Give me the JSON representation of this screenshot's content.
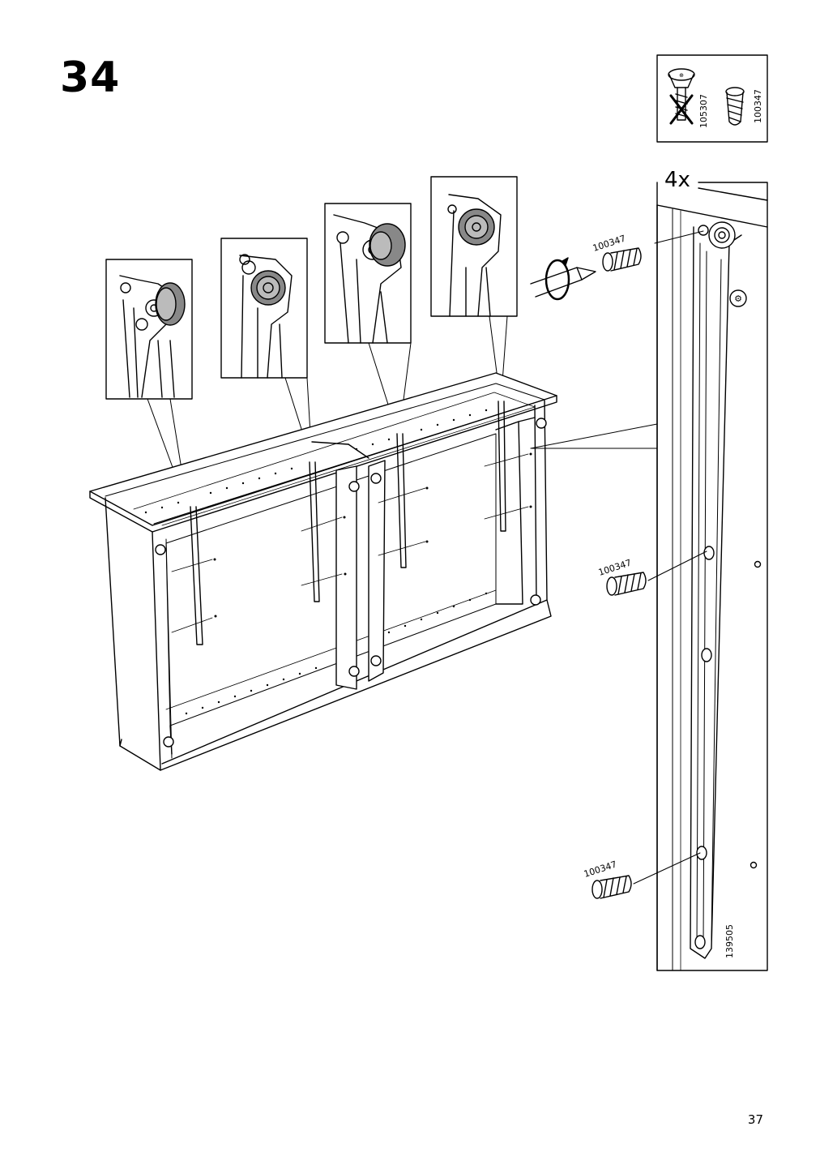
{
  "step": {
    "number": "34"
  },
  "page": {
    "number": "37"
  },
  "parts_box": {
    "not_used": {
      "part_number": "105307"
    },
    "used": {
      "part_number": "100347"
    }
  },
  "detail": {
    "quantity": "4x",
    "drawing_id": "139505",
    "screw_labels": [
      "100347",
      "100347",
      "100347"
    ]
  }
}
